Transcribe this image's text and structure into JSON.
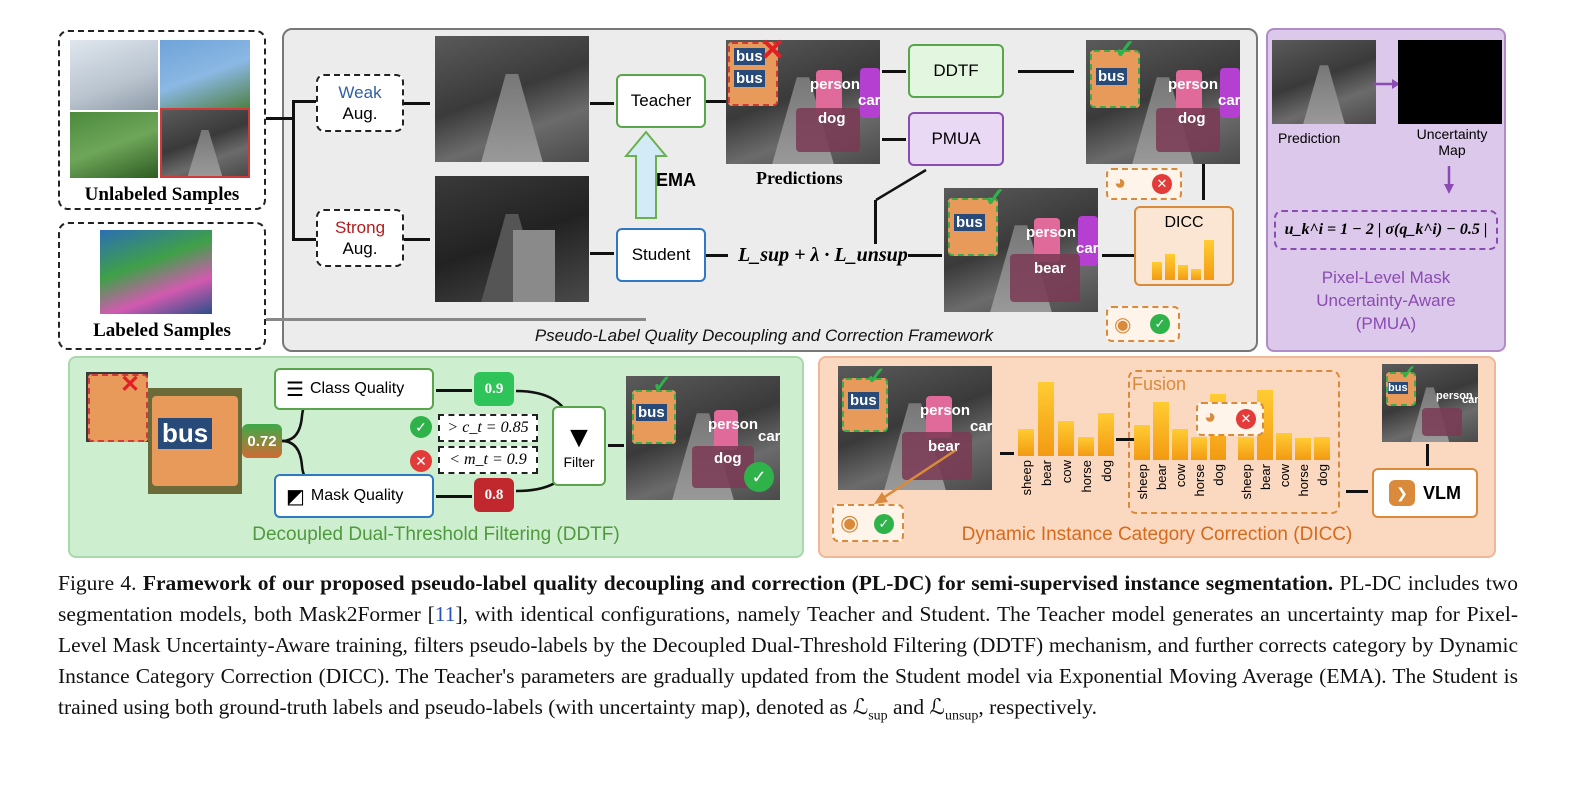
{
  "top_left": {
    "unlabeled_label": "Unlabeled Samples",
    "labeled_label": "Labeled Samples"
  },
  "pipeline": {
    "weak_word": "Weak",
    "weak_aug": "Aug.",
    "strong_word": "Strong",
    "strong_aug": "Aug.",
    "teacher": "Teacher",
    "student": "Student",
    "ema": "EMA",
    "predictions": "Predictions",
    "ddtf": "DDTF",
    "pmua": "PMUA",
    "dicc": "DICC",
    "loss": "L_sup + λ · L_unsup",
    "framework_title": "Pseudo-Label Quality Decoupling and Correction Framework"
  },
  "image_labels": {
    "bus": "bus",
    "person": "person",
    "car": "car",
    "dog": "dog",
    "bear": "bear"
  },
  "pmua_panel": {
    "prediction": "Prediction",
    "uncertainty_map": "Uncertainty Map",
    "formula": "u_k^i = 1 − 2 | σ(q_k^i) − 0.5 |",
    "title_line1": "Pixel-Level Mask",
    "title_line2": "Uncertainty-Aware",
    "title_line3": "(PMUA)"
  },
  "ddtf_panel": {
    "score": "0.72",
    "class_quality": "Class Quality",
    "mask_quality": "Mask Quality",
    "class_value": "0.9",
    "mask_value": "0.8",
    "class_threshold": "> c_t = 0.85",
    "mask_threshold": "< m_t = 0.9",
    "filter": "Filter",
    "title": "Decoupled Dual-Threshold Filtering (DDTF)"
  },
  "dicc_panel": {
    "fusion": "Fusion",
    "vlm": "VLM",
    "title": "Dynamic Instance Category Correction (DICC)",
    "categories": [
      "sheep",
      "bear",
      "cow",
      "horse",
      "dog"
    ]
  },
  "caption": {
    "figure_label": "Figure 4.",
    "bold_title": "Framework of our proposed pseudo-label quality decoupling and correction (PL-DC) for semi-supervised instance segmentation.",
    "body_1": "PL-DC includes two segmentation models, both Mask2Former [",
    "ref": "11",
    "body_2": "], with identical configurations, namely Teacher and Student. The Teacher model generates an uncertainty map for Pixel-Level Mask Uncertainty-Aware training, filters pseudo-labels by the Decoupled Dual-Threshold Filtering (DDTF) mechanism, and further corrects category by Dynamic Instance Category Correction (DICC). The Teacher's parameters are gradually updated from the Student model via Exponential Moving Average (EMA). The Student is trained using both ground-truth labels and pseudo-labels (with uncertainty map), denoted as ",
    "l_sup": "ℒ",
    "sup": "sup",
    "and_word": " and ",
    "l_unsup": "ℒ",
    "unsup": "unsup",
    "ending": ", respectively."
  },
  "colors": {
    "green": "#5aa44b",
    "blue": "#2f78c3",
    "purple": "#8a4bb3",
    "orange": "#d98a3a",
    "red": "#c0282d"
  },
  "chart_data": [
    {
      "type": "bar",
      "categories": [
        "sheep",
        "bear",
        "cow",
        "horse",
        "dog"
      ],
      "values": [
        0.35,
        0.95,
        0.45,
        0.25,
        0.55
      ]
    },
    {
      "type": "bar",
      "categories": [
        "sheep",
        "bear",
        "cow",
        "horse",
        "dog"
      ],
      "series": [
        {
          "values": [
            0.45,
            0.75,
            0.4,
            0.3,
            0.85
          ]
        },
        {
          "values": [
            0.3,
            0.9,
            0.35,
            0.28,
            0.3
          ]
        }
      ]
    },
    {
      "type": "bar",
      "values": [
        0.4,
        0.6,
        0.35,
        0.25,
        0.9
      ]
    }
  ]
}
